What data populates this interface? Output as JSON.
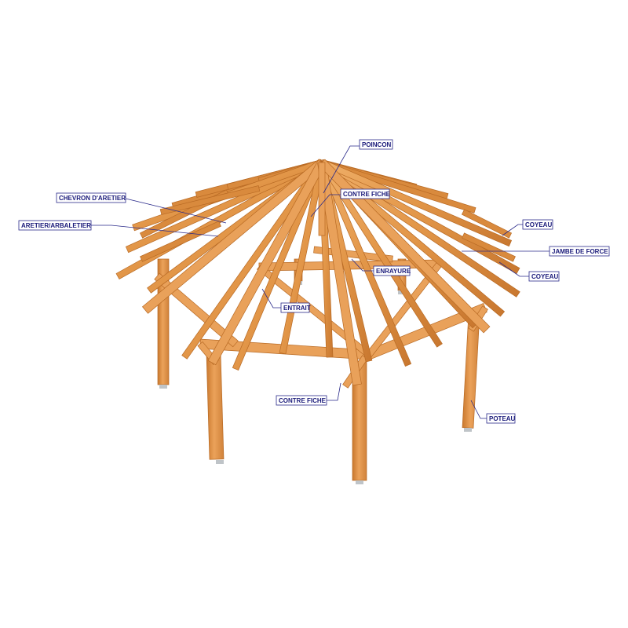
{
  "colors": {
    "wood_light": "#e9a15a",
    "wood_mid": "#d98a3d",
    "wood_dark": "#b86a24",
    "label_text": "#1a1a7a",
    "leader": "#2a2a8a"
  },
  "labels": {
    "poincon": "POINCON",
    "contre_fiche_top": "CONTRE FICHE",
    "chevron_aretier": "CHEVRON D'ARETIER",
    "aretier_arbaletier": "ARETIER/ARBALETIER",
    "enrayure": "ENRAYURE",
    "entrait": "ENTRAIT",
    "contre_fiche_bottom": "CONTRE FICHE",
    "coyeau_top": "COYEAU",
    "jambe_de_force": "JAMBE DE FORCE",
    "coyeau_bottom": "COYEAU",
    "poteau": "POTEAU"
  }
}
